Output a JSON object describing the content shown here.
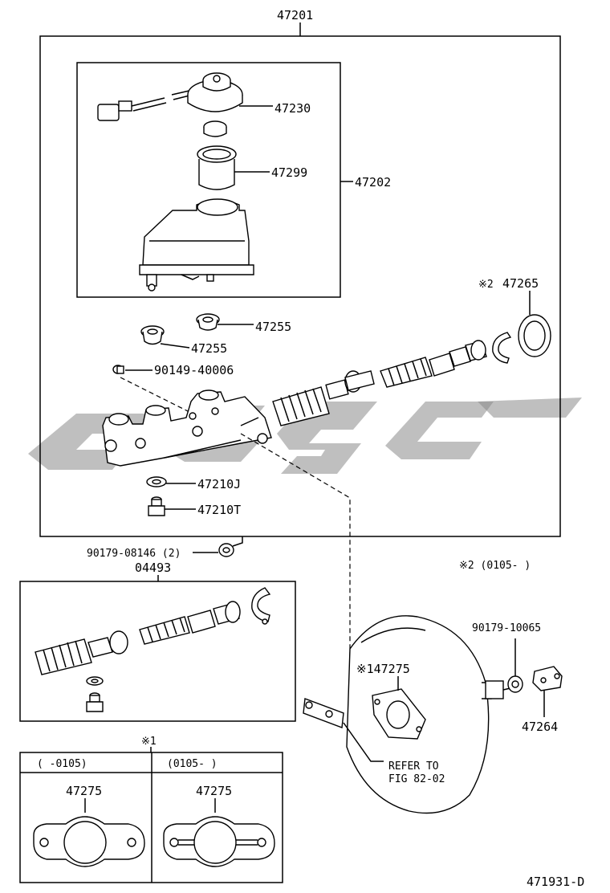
{
  "labels": {
    "assy_master_cylinder": "47201",
    "sub_assy_reservoir": "47202",
    "reservoir_cap": "47230",
    "strainer": "47299",
    "grommet_a": "47255",
    "grommet_b": "47255",
    "bolt": "90149-40006",
    "gasket_ring": "47265",
    "gasket_ring_note": "※2",
    "plug_gasket": "47210J",
    "plug": "47210T",
    "nut": "90179-08146 (2)",
    "kit": "04493",
    "note2_range": "※2 (0105-      )",
    "boost_nut": "90179-10065",
    "gasket_boost": "※147275",
    "clevis": "47264",
    "refer_line1": "REFER TO",
    "refer_line2": "FIG 82-02",
    "note1": "※1",
    "table_col1_header": "(     -0105)",
    "table_col2_header": "(0105-       )",
    "table_col1_part": "47275",
    "table_col2_part": "47275",
    "figure_id": "471931-D"
  },
  "icons": {
    "watermark": "watermark-logo"
  }
}
